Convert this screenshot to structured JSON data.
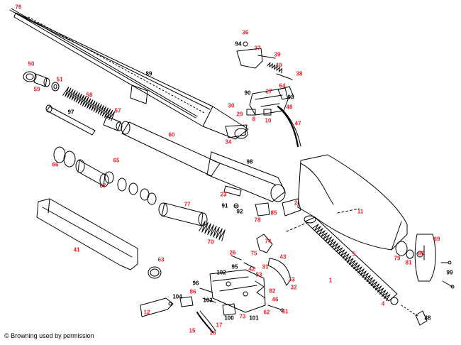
{
  "colors": {
    "label_red": "#e8202a",
    "label_black": "#000000",
    "line": "#000000",
    "background": "#ffffff"
  },
  "credit": "© Browning used by permission",
  "parts": [
    {
      "id": "76",
      "text": "76",
      "color": "red"
    },
    {
      "id": "89",
      "text": "89",
      "color": "black"
    },
    {
      "id": "50",
      "text": "50",
      "color": "red"
    },
    {
      "id": "51",
      "text": "51",
      "color": "red"
    },
    {
      "id": "59",
      "text": "59",
      "color": "red"
    },
    {
      "id": "58",
      "text": "58",
      "color": "red"
    },
    {
      "id": "97",
      "text": "97",
      "color": "black"
    },
    {
      "id": "57",
      "text": "57",
      "color": "red"
    },
    {
      "id": "60",
      "text": "60",
      "color": "red"
    },
    {
      "id": "34",
      "text": "34",
      "color": "red"
    },
    {
      "id": "36",
      "text": "36",
      "color": "red"
    },
    {
      "id": "94",
      "text": "94",
      "color": "black"
    },
    {
      "id": "37",
      "text": "37",
      "color": "red"
    },
    {
      "id": "39",
      "text": "39",
      "color": "red"
    },
    {
      "id": "40",
      "text": "40",
      "color": "red"
    },
    {
      "id": "38",
      "text": "38",
      "color": "red"
    },
    {
      "id": "90",
      "text": "90",
      "color": "black"
    },
    {
      "id": "27",
      "text": "27",
      "color": "red"
    },
    {
      "id": "64",
      "text": "64",
      "color": "red"
    },
    {
      "id": "93",
      "text": "93",
      "color": "black"
    },
    {
      "id": "30",
      "text": "30",
      "color": "red"
    },
    {
      "id": "29",
      "text": "29",
      "color": "red"
    },
    {
      "id": "48",
      "text": "48",
      "color": "red"
    },
    {
      "id": "8",
      "text": "8",
      "color": "red"
    },
    {
      "id": "10",
      "text": "10",
      "color": "red"
    },
    {
      "id": "47",
      "text": "47",
      "color": "red"
    },
    {
      "id": "66",
      "text": "66",
      "color": "red"
    },
    {
      "id": "65",
      "text": "65",
      "color": "red"
    },
    {
      "id": "67",
      "text": "67",
      "color": "red"
    },
    {
      "id": "98",
      "text": "98",
      "color": "black"
    },
    {
      "id": "23",
      "text": "23",
      "color": "red"
    },
    {
      "id": "91",
      "text": "91",
      "color": "black"
    },
    {
      "id": "92",
      "text": "92",
      "color": "black"
    },
    {
      "id": "77",
      "text": "77",
      "color": "red"
    },
    {
      "id": "2",
      "text": "2",
      "color": "red"
    },
    {
      "id": "11",
      "text": "11",
      "color": "red"
    },
    {
      "id": "78",
      "text": "78",
      "color": "red"
    },
    {
      "id": "85",
      "text": "85",
      "color": "red"
    },
    {
      "id": "41",
      "text": "41",
      "color": "red"
    },
    {
      "id": "70",
      "text": "70",
      "color": "red"
    },
    {
      "id": "63",
      "text": "63",
      "color": "red"
    },
    {
      "id": "74",
      "text": "74",
      "color": "red"
    },
    {
      "id": "26",
      "text": "26",
      "color": "red"
    },
    {
      "id": "75",
      "text": "75",
      "color": "red"
    },
    {
      "id": "5",
      "text": "5",
      "color": "red"
    },
    {
      "id": "69",
      "text": "69",
      "color": "red"
    },
    {
      "id": "43",
      "text": "43",
      "color": "red"
    },
    {
      "id": "95",
      "text": "95",
      "color": "black"
    },
    {
      "id": "42",
      "text": "42",
      "color": "red"
    },
    {
      "id": "31",
      "text": "31",
      "color": "red"
    },
    {
      "id": "102",
      "text": "102",
      "color": "black"
    },
    {
      "id": "83",
      "text": "83",
      "color": "red"
    },
    {
      "id": "33",
      "text": "33",
      "color": "red"
    },
    {
      "id": "32",
      "text": "32",
      "color": "red"
    },
    {
      "id": "96",
      "text": "96",
      "color": "black"
    },
    {
      "id": "86",
      "text": "86",
      "color": "red"
    },
    {
      "id": "82",
      "text": "82",
      "color": "red"
    },
    {
      "id": "1",
      "text": "1",
      "color": "red"
    },
    {
      "id": "79",
      "text": "79",
      "color": "red"
    },
    {
      "id": "81",
      "text": "81",
      "color": "red"
    },
    {
      "id": "80",
      "text": "80",
      "color": "red"
    },
    {
      "id": "99",
      "text": "99",
      "color": "black"
    },
    {
      "id": "104",
      "text": "104",
      "color": "black"
    },
    {
      "id": "103",
      "text": "103",
      "color": "black"
    },
    {
      "id": "46",
      "text": "46",
      "color": "red"
    },
    {
      "id": "62",
      "text": "62",
      "color": "red"
    },
    {
      "id": "61",
      "text": "61",
      "color": "red"
    },
    {
      "id": "12",
      "text": "12",
      "color": "red"
    },
    {
      "id": "73",
      "text": "73",
      "color": "red"
    },
    {
      "id": "100",
      "text": "100",
      "color": "black"
    },
    {
      "id": "101",
      "text": "101",
      "color": "black"
    },
    {
      "id": "17",
      "text": "17",
      "color": "red"
    },
    {
      "id": "15",
      "text": "15",
      "color": "red"
    },
    {
      "id": "16",
      "text": "16",
      "color": "red"
    },
    {
      "id": "4",
      "text": "4",
      "color": "red"
    },
    {
      "id": "88",
      "text": "88",
      "color": "black"
    }
  ]
}
